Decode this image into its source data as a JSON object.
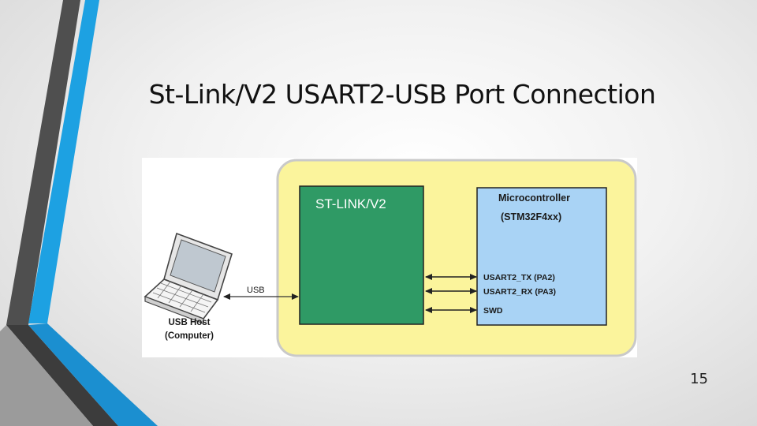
{
  "slide": {
    "title": "St-Link/V2 USART2-USB Port Connection",
    "page_number": "15"
  },
  "diagram": {
    "stlink_label": "ST-LINK/V2",
    "mcu_label_line1": "Microcontroller",
    "mcu_label_line2": "(STM32F4xx)",
    "pins": [
      "USART2_TX (PA2)",
      "USART2_RX (PA3)",
      "SWD"
    ],
    "usb_label": "USB",
    "host_label_line1": "USB Host",
    "host_label_line2": "(Computer)"
  },
  "colors": {
    "board": "#fbf49c",
    "board_border": "#c9c9c9",
    "stlink": "#2f9a65",
    "mcu": "#a9d3f5",
    "accent_blue": "#1da1e2",
    "accent_gray": "#555555"
  },
  "icons": [
    "laptop-icon"
  ]
}
